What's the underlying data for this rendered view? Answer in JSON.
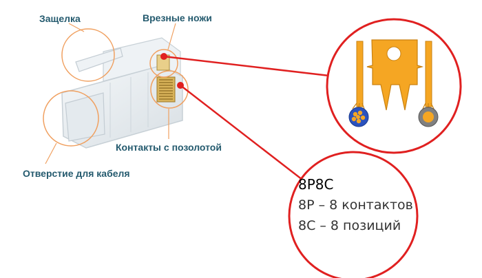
{
  "labels": {
    "latch": "Защелка",
    "blades": "Врезные ножи",
    "contacts": "Контакты с позолотой",
    "cable_hole": "Отверстие для кабеля"
  },
  "info_box": {
    "title": "8P8C",
    "line1": "8P – 8 контактов",
    "line2": "8C – 8 позиций"
  },
  "colors": {
    "label_text": "#245a6e",
    "callout_orange": "#f0a060",
    "connector_red": "#e02020",
    "blade_orange": "#f5a623",
    "wire_blue": "#2a52be",
    "wire_gray": "#808080"
  }
}
